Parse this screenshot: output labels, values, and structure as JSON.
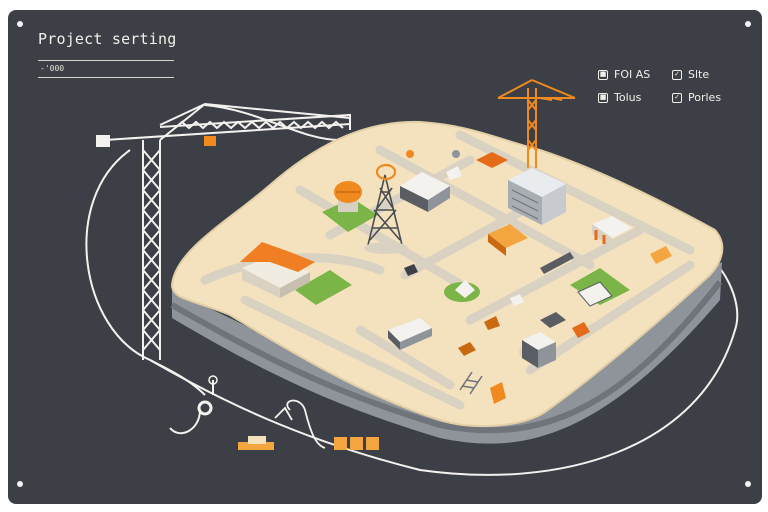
{
  "header": {
    "title": "Project serting",
    "subtitle": "-ꞌ000"
  },
  "legend": [
    {
      "label": "FOI AS",
      "mark": "■"
    },
    {
      "label": "Slte",
      "mark": "✓"
    },
    {
      "label": "Tolus",
      "mark": "■"
    },
    {
      "label": "Porles",
      "mark": "✓"
    }
  ],
  "colors": {
    "board": "#3c4046",
    "chalk": "#f4f2ee",
    "ground": "#f4e2bf",
    "road": "#d9d1c2",
    "crane": "#f08a1e",
    "edge": "#8f949b"
  }
}
